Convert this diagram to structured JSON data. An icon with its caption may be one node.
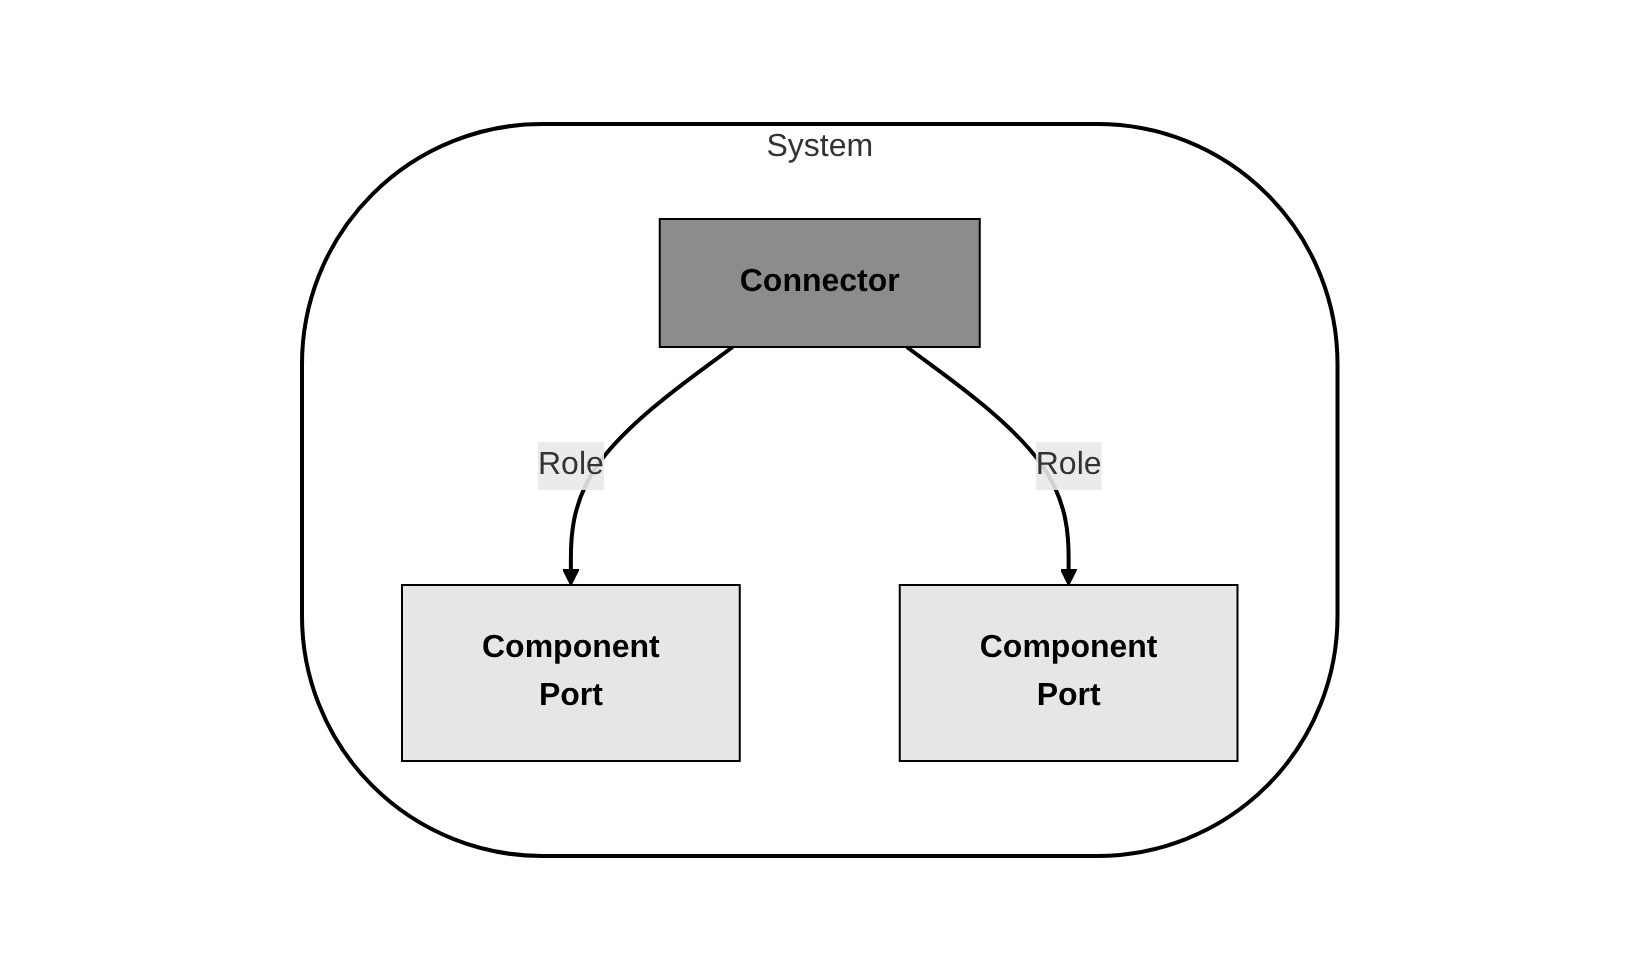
{
  "diagram": {
    "nodes": [
      {
        "text": [
          "System"
        ]
      },
      {
        "text": [
          "Component",
          "Port"
        ],
        "in": 0
      },
      {
        "text": [
          "Connector"
        ],
        "in": 0
      },
      {
        "text": [
          "Component",
          "Port"
        ],
        "in": 0
      }
    ],
    "edges": [
      {
        "from": 2,
        "to": 1,
        "arrow": "to",
        "label": "Role"
      },
      {
        "from": 2,
        "to": 3,
        "arrow": "to",
        "label": "Role"
      }
    ]
  }
}
